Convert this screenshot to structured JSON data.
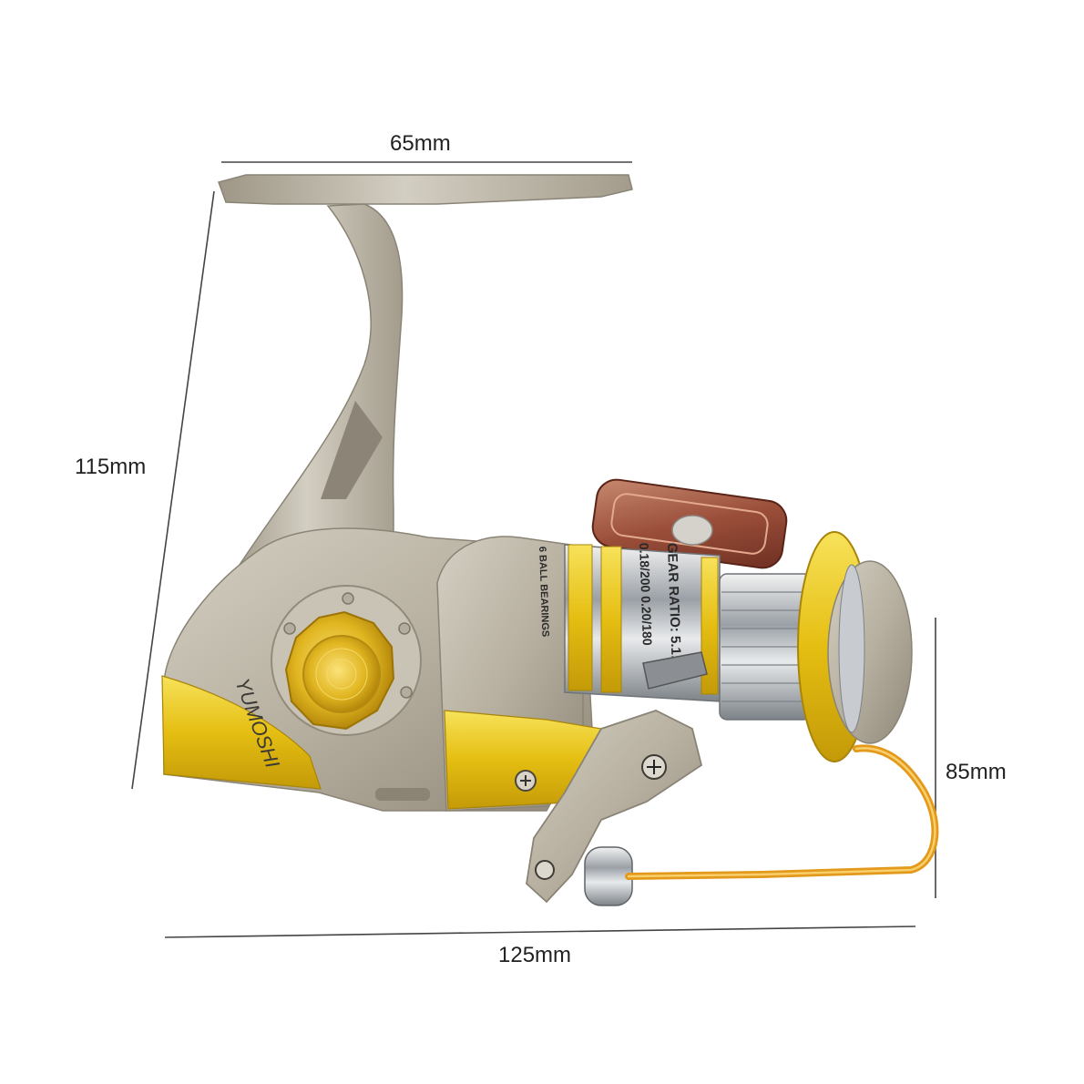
{
  "dimensions": {
    "width_label": "65mm",
    "height_label": "115mm",
    "body_height_label": "85mm",
    "length_label": "125mm"
  },
  "product": {
    "brand_text": "YUMOSHI",
    "spool_text_1": "GEAR RATIO: 5.1:1",
    "spool_text_2": "0.18/200  0.20/180",
    "spool_text_3": "6 BALL BEARINGS"
  },
  "colors": {
    "body": "#b9b2a2",
    "gold": "#e6c21a",
    "wire": "#e39a1c",
    "handle_knob": "#9b5a45"
  }
}
